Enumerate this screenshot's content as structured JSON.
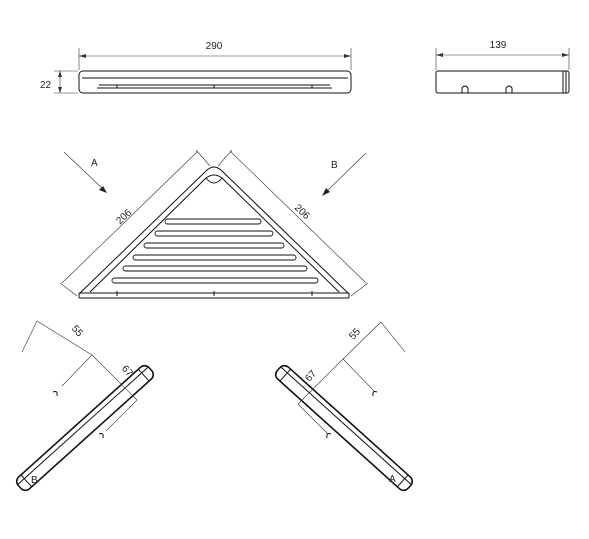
{
  "dimensions": {
    "top_length": "290",
    "top_height": "22",
    "side_length": "139",
    "edge_left": "206",
    "edge_right": "206",
    "left_offset_55": "55",
    "left_offset_67": "67",
    "right_offset_55": "55",
    "right_offset_67": "67"
  },
  "views": {
    "arrow_a": "A",
    "arrow_b": "B",
    "label_left": "B",
    "label_right": "A"
  }
}
